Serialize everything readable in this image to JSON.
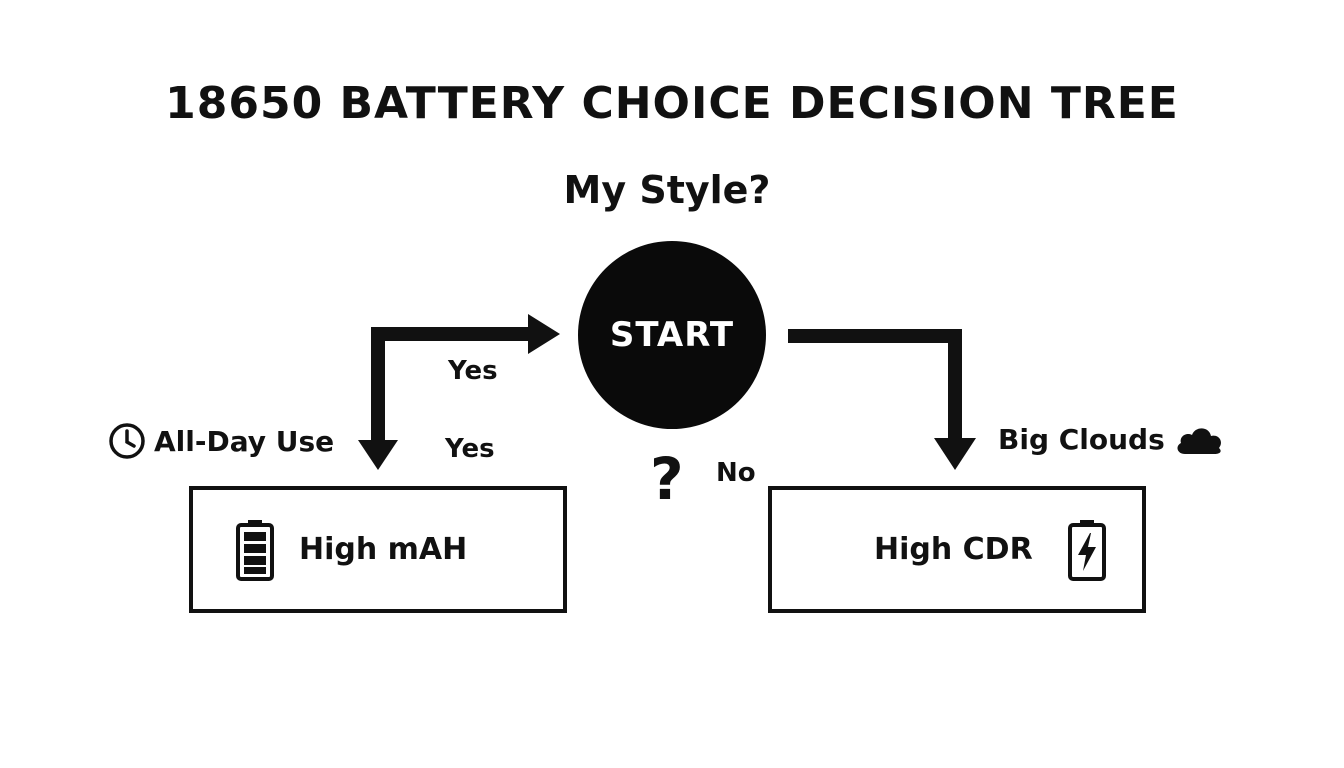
{
  "title": "18650 BATTERY CHOICE DECISION TREE",
  "subtitle": "My Style?",
  "start_node": {
    "label": "START"
  },
  "edges": {
    "left_upper_label": "Yes",
    "left_lower_label": "Yes",
    "right_label": "No"
  },
  "left_branch": {
    "condition_label": "All-Day Use",
    "condition_icon": "clock-icon",
    "result_label": "High mAH",
    "result_icon": "battery-full-icon"
  },
  "right_branch": {
    "condition_label": "Big Clouds",
    "condition_icon": "cloud-icon",
    "result_label": "High CDR",
    "result_icon": "battery-bolt-icon"
  },
  "colors": {
    "ink": "#111111",
    "background": "#ffffff",
    "node_fill": "#0a0a0a",
    "node_text": "#ffffff"
  }
}
